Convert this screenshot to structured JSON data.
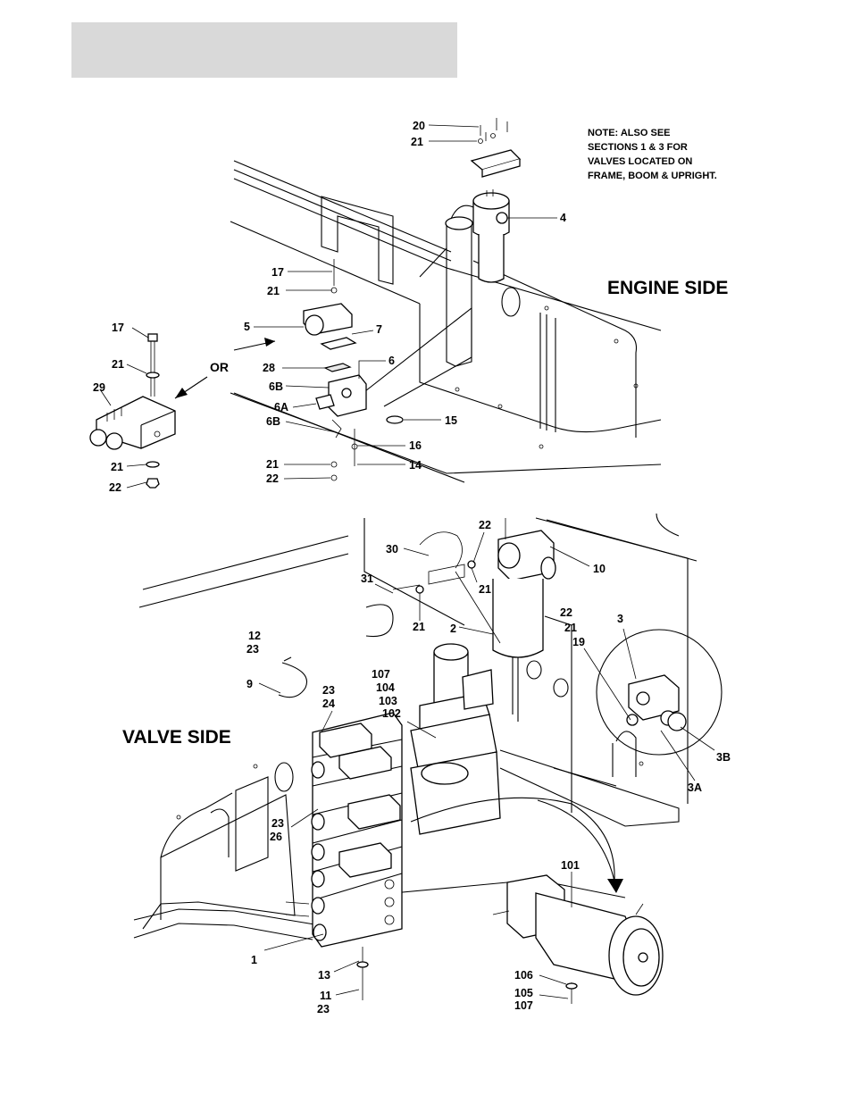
{
  "header": {
    "bar_color": "#d9d9d9"
  },
  "note": {
    "lines": [
      "NOTE: ALSO SEE",
      "SECTIONS 1 & 3 FOR",
      "VALVES LOCATED ON",
      "FRAME, BOOM & UPRIGHT."
    ]
  },
  "section_labels": {
    "engine_side": "ENGINE SIDE",
    "valve_side": "VALVE SIDE",
    "or": "OR"
  },
  "callouts": {
    "c20": "20",
    "c21a": "21",
    "c4": "4",
    "c17a": "17",
    "c21b": "21",
    "c5": "5",
    "c7": "7",
    "c28": "28",
    "c6": "6",
    "c6b_a": "6B",
    "c6a": "6A",
    "c6b_b": "6B",
    "c15": "15",
    "c16": "16",
    "c21c": "21",
    "c14": "14",
    "c22a": "22",
    "c17b": "17",
    "c21d": "21",
    "c29": "29",
    "c21e": "21",
    "c22b": "22",
    "c30": "30",
    "c22c": "22",
    "c21f": "21",
    "c10": "10",
    "c31": "31",
    "c21g": "21",
    "c2": "2",
    "c22d": "22",
    "c21h": "21",
    "c19": "19",
    "c3": "3",
    "c3b": "3B",
    "c3a": "3A",
    "c12": "12",
    "c23a": "23",
    "c9": "9",
    "c23b": "23",
    "c24": "24",
    "c107a": "107",
    "c104": "104",
    "c103": "103",
    "c102": "102",
    "c23c": "23",
    "c26": "26",
    "c1": "1",
    "c13": "13",
    "c11": "11",
    "c23d": "23",
    "c101": "101",
    "c106": "106",
    "c105": "105",
    "c107b": "107"
  }
}
